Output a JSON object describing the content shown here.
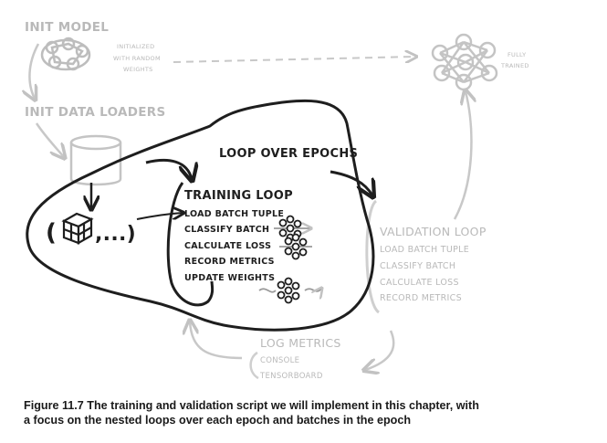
{
  "init_model": {
    "title": "INIT MODEL",
    "note_lines": [
      "INITIALIZED",
      "WITH RANDOM",
      "WEIGHTS"
    ]
  },
  "fully_trained": {
    "note_lines": [
      "FULLY",
      "TRAINED"
    ]
  },
  "init_data_loaders": {
    "title": "INIT DATA LOADERS"
  },
  "epoch_loop": {
    "title": "LOOP OVER EPOCHS"
  },
  "batch_tuple": {
    "ellipsis": ",...)",
    "open_paren": "("
  },
  "training_loop": {
    "title": "TRAINING LOOP",
    "steps": [
      "LOAD BATCH TUPLE",
      "CLASSIFY BATCH",
      "CALCULATE LOSS",
      "RECORD METRICS",
      "UPDATE WEIGHTS"
    ]
  },
  "validation_loop": {
    "title": "VALIDATION LOOP",
    "steps": [
      "LOAD BATCH TUPLE",
      "CLASSIFY BATCH",
      "CALCULATE LOSS",
      "RECORD METRICS"
    ]
  },
  "log_metrics": {
    "title": "LOG METRICS",
    "items": [
      "CONSOLE",
      "TENSORBOARD"
    ]
  },
  "caption": {
    "line1": "Figure 11.7   The training and validation script we will implement in this chapter, with",
    "line2": "a focus on the nested loops over each epoch and batches in the epoch"
  },
  "colors": {
    "ink": "#1e1e1e",
    "faded": "#bdbdbd",
    "bg": "#ffffff"
  },
  "icons": [
    "network-icon",
    "database-icon",
    "tensor-cube-icon",
    "arrow-icon"
  ]
}
